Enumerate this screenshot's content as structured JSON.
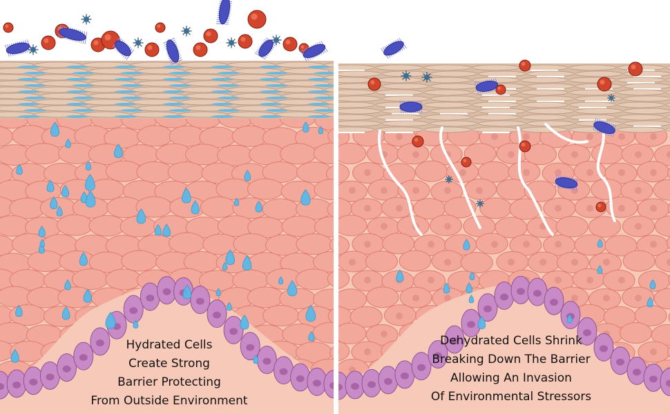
{
  "left_panel": {
    "caption_lines": [
      "Hydrated Cells",
      "Create Strong",
      "Barrier Protecting",
      "From Outside Environment"
    ]
  },
  "right_panel": {
    "caption_lines": [
      "Dehydrated Cells Shrink",
      "Breaking Down The Barrier",
      "Allowing An Invasion",
      "Of Environmental Stressors"
    ]
  },
  "colors": {
    "skin_cell": "#f2a89a",
    "cell_outline": "#e07e70",
    "stratum_corneum": "#d9bca6",
    "water_drop": "#5cb8e6",
    "basal_cell": "#c98bc7",
    "dermis": "#f7c9b8",
    "bacteria_blue": "#4a4fc0",
    "pollutant_red": "#d2452c",
    "crack": "#ffffff"
  },
  "icons": [
    "water-drop-icon",
    "bacteria-icon",
    "pollutant-particle-icon",
    "virus-icon"
  ]
}
